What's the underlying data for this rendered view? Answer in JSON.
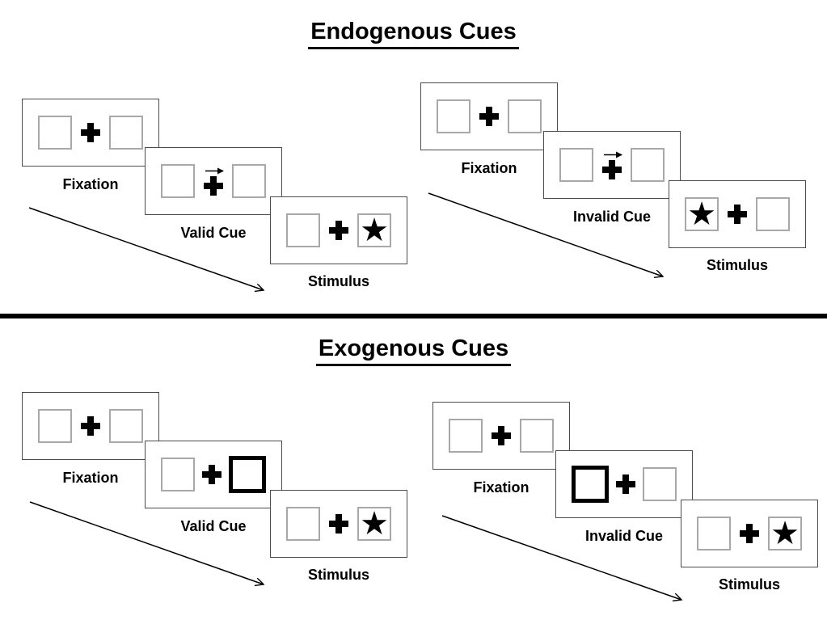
{
  "sections": [
    {
      "title": "Endogenous Cues",
      "sequences": [
        {
          "name": "valid",
          "panels": [
            {
              "label": "Fixation",
              "left": "empty",
              "right": "empty",
              "cue_arrow": false
            },
            {
              "label": "Valid Cue",
              "left": "empty",
              "right": "empty",
              "cue_arrow": true
            },
            {
              "label": "Stimulus",
              "left": "empty",
              "right": "star",
              "cue_arrow": false
            }
          ]
        },
        {
          "name": "invalid",
          "panels": [
            {
              "label": "Fixation",
              "left": "empty",
              "right": "empty",
              "cue_arrow": false
            },
            {
              "label": "Invalid Cue",
              "left": "empty",
              "right": "empty",
              "cue_arrow": true
            },
            {
              "label": "Stimulus",
              "left": "star",
              "right": "empty",
              "cue_arrow": false
            }
          ]
        }
      ]
    },
    {
      "title": "Exogenous Cues",
      "sequences": [
        {
          "name": "valid",
          "panels": [
            {
              "label": "Fixation",
              "left": "empty",
              "right": "empty",
              "cue_arrow": false
            },
            {
              "label": "Valid Cue",
              "left": "empty",
              "right": "thick",
              "cue_arrow": false
            },
            {
              "label": "Stimulus",
              "left": "empty",
              "right": "star",
              "cue_arrow": false
            }
          ]
        },
        {
          "name": "invalid",
          "panels": [
            {
              "label": "Fixation",
              "left": "empty",
              "right": "empty",
              "cue_arrow": false
            },
            {
              "label": "Invalid Cue",
              "left": "thick",
              "right": "empty",
              "cue_arrow": false
            },
            {
              "label": "Stimulus",
              "left": "empty",
              "right": "star",
              "cue_arrow": false
            }
          ]
        }
      ]
    }
  ],
  "glyphs": {
    "star": "★"
  },
  "colors": {
    "ink": "#000000",
    "panel_border": "#4d4d4d",
    "square_border": "#a8a8a8"
  }
}
